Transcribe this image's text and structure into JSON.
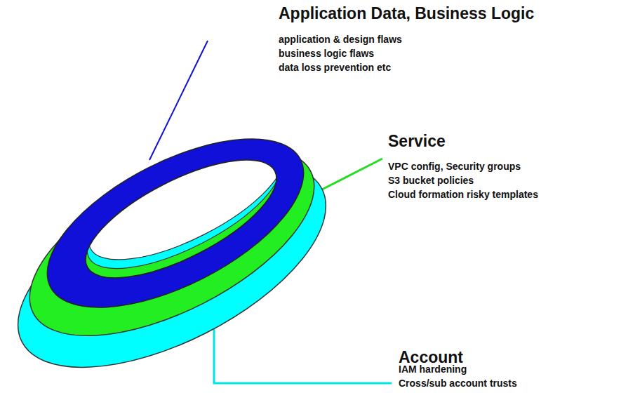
{
  "diagram": {
    "labels": [
      "Application Data, Business Logic",
      "application & design flaws",
      "business logic flaws",
      "data loss prevention etc",
      "Service",
      "VPC config, Security groups",
      "S3 bucket policies",
      "Cloud formation risky templates",
      "Account",
      "IAM hardening",
      "Cross/sub account trusts"
    ]
  }
}
